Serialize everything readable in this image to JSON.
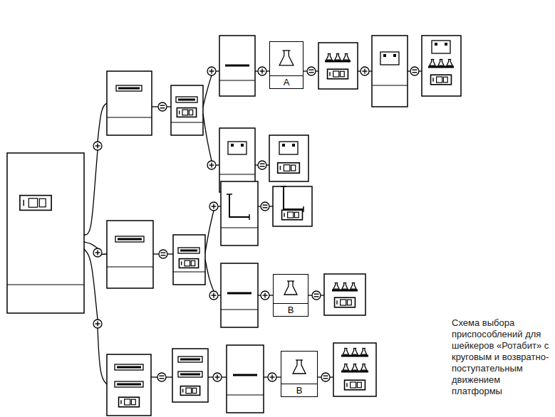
{
  "diagram": {
    "caption": "Схема выбора приспособлений для шейкеров «Ротабит» с круговым и возвратно-поступательным движением платформы",
    "nodes": [
      {
        "text": [
          "A"
        ]
      },
      {
        "text": [
          "B"
        ]
      },
      {
        "text": [
          "B"
        ]
      }
    ]
  }
}
